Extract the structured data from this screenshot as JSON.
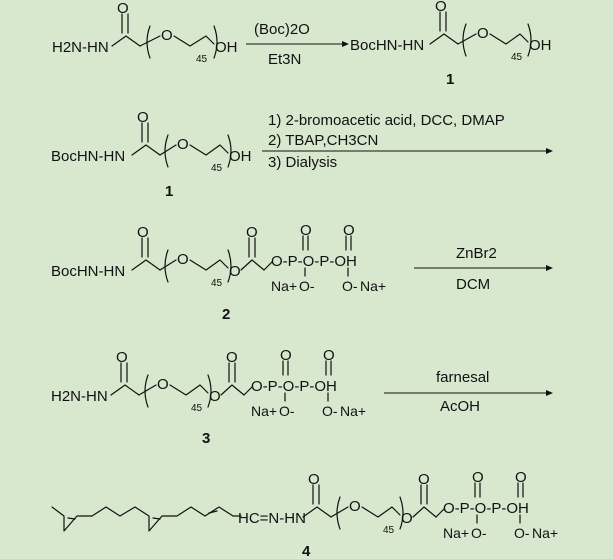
{
  "colors": {
    "background": "#d7e8cf",
    "ink": "#111111"
  },
  "labels": {
    "h2n_hn": "H2N-HN",
    "bochn_hn": "BocHN-HN",
    "oh": "OH",
    "o": "O",
    "o_minus": "O-",
    "p": "P",
    "peg_n": "45",
    "na_plus": "Na+",
    "hc_n_n_hn": "HC=N-HN",
    "o_p_o_p_oh": "O-P-O-P-OH"
  },
  "steps": [
    {
      "reagent_top": "(Boc)2O",
      "reagent_bottom": "Et3N"
    },
    {
      "reagent_lines": [
        "1) 2-bromoacetic acid, DCC, DMAP",
        "2) TBAP,CH3CN",
        "3) Dialysis"
      ]
    },
    {
      "reagent_top": "ZnBr2",
      "reagent_bottom": "DCM"
    },
    {
      "reagent_top": "farnesal",
      "reagent_bottom": "AcOH"
    }
  ],
  "compounds": [
    {
      "number": "1"
    },
    {
      "number": "1"
    },
    {
      "number": "2"
    },
    {
      "number": "3"
    },
    {
      "number": "4"
    }
  ]
}
